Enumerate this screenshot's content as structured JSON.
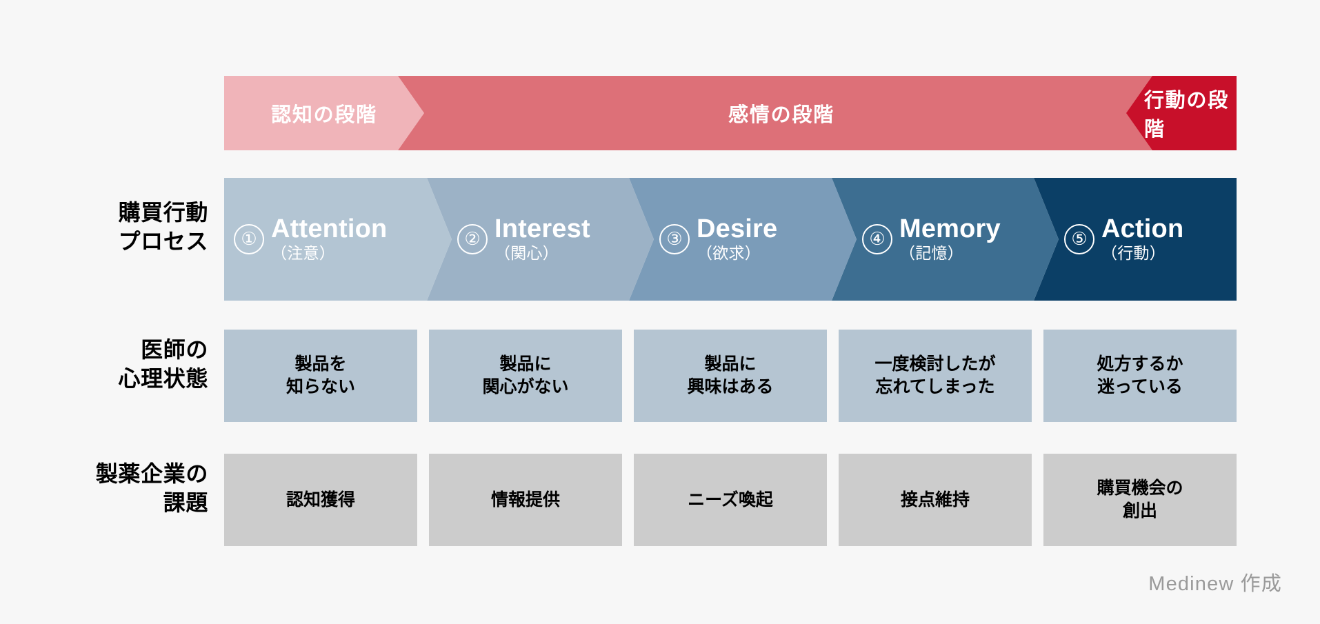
{
  "background_color": "#f7f7f7",
  "stage_band": {
    "name": "purchase-stage-band",
    "cells": [
      {
        "label": "認知の段階",
        "color": "#f0b4b9"
      },
      {
        "label": "感情の段階",
        "color": "#dd7078"
      },
      {
        "label": "行動の段階",
        "color": "#c8102a"
      }
    ]
  },
  "rows": [
    {
      "label": "購買行動\nプロセス",
      "name": "purchase-behavior-process"
    },
    {
      "label": "医師の\n心理状態",
      "name": "doctor-psychological-state"
    },
    {
      "label": "製薬企業の\n課題",
      "name": "pharma-company-challenge"
    }
  ],
  "aidma": {
    "steps": [
      {
        "number": "①",
        "en": "Attention",
        "ja": "（注意）",
        "color": "#b3c5d3"
      },
      {
        "number": "②",
        "en": "Interest",
        "ja": "（関心）",
        "color": "#9cb2c6"
      },
      {
        "number": "③",
        "en": "Desire",
        "ja": "（欲求）",
        "color": "#7b9cb9"
      },
      {
        "number": "④",
        "en": "Memory",
        "ja": "（記憶）",
        "color": "#3d6e91"
      },
      {
        "number": "⑤",
        "en": "Action",
        "ja": "（行動）",
        "color": "#0b3f66"
      }
    ]
  },
  "psychological_state": {
    "box_color": "#b5c5d2",
    "items": [
      "製品を\n知らない",
      "製品に\n関心がない",
      "製品に\n興味はある",
      "一度検討したが\n忘れてしまった",
      "処方するか\n迷っている"
    ]
  },
  "company_challenge": {
    "box_color": "#cccccc",
    "items": [
      "認知獲得",
      "情報提供",
      "ニーズ喚起",
      "接点維持",
      "購買機会の\n創出"
    ]
  },
  "footer": {
    "text": "Medinew 作成",
    "color": "#9a9a9a"
  }
}
